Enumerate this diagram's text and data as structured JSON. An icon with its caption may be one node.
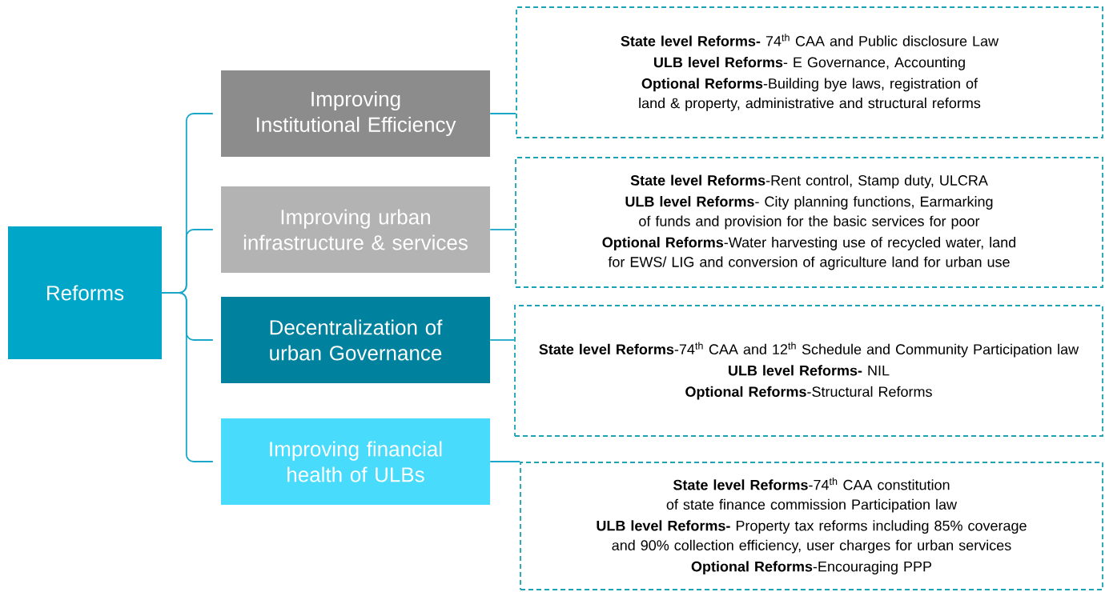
{
  "diagram": {
    "nodes": [
      {
        "text": [
          "Reforms"
        ]
      },
      {
        "text": [
          "Improving Institutional Efficiency"
        ]
      },
      {
        "text": [
          "Improving urban infrastructure & services"
        ]
      },
      {
        "text": [
          "Decentralization of urban Governance"
        ]
      },
      {
        "text": [
          "Improving financial health of ULBs"
        ]
      },
      {
        "text": [
          "**State level Reforms-** 74$^{th}$ CAA and Public disclosure Law",
          "**ULB level Reforms**- E Governance, Accounting",
          "**Optional Reforms**-Building bye laws, registration of land & property, administrative and structural reforms"
        ]
      },
      {
        "text": [
          "**State level Reforms**-Rent control, Stamp duty, ULCRA",
          "**ULB level Reforms**- City planning functions, Earmarking of funds and provision for the basic services for poor",
          "**Optional Reforms**-Water harvesting use of recycled water, land for EWS/ LIG and conversion of agriculture land for urban use"
        ]
      },
      {
        "text": [
          "**State level Reforms**-74$^{th}$ CAA and 12$^{th}$ Schedule and Community Participation law",
          "**ULB level Reforms-** NIL",
          "**Optional Reforms**-Structural Reforms"
        ]
      },
      {
        "text": [
          "**State level Reforms**-74$^{th}$ CAA constitution of state finance commission Participation law",
          "**ULB level Reforms-** Property tax reforms including 85% coverage and 90% collection efficiency, user charges for urban services",
          "**Optional Reforms**-Encouraging PPP"
        ]
      }
    ],
    "edges": [
      {
        "from": 0,
        "to": 1,
        "arrow": "none"
      },
      {
        "from": 0,
        "to": 2,
        "arrow": "none"
      },
      {
        "from": 0,
        "to": 3,
        "arrow": "none"
      },
      {
        "from": 0,
        "to": 4,
        "arrow": "none"
      },
      {
        "from": 1,
        "to": 5,
        "arrow": "none"
      },
      {
        "from": 2,
        "to": 6,
        "arrow": "none"
      },
      {
        "from": 3,
        "to": 7,
        "arrow": "none"
      },
      {
        "from": 4,
        "to": 8,
        "arrow": "none"
      }
    ]
  }
}
